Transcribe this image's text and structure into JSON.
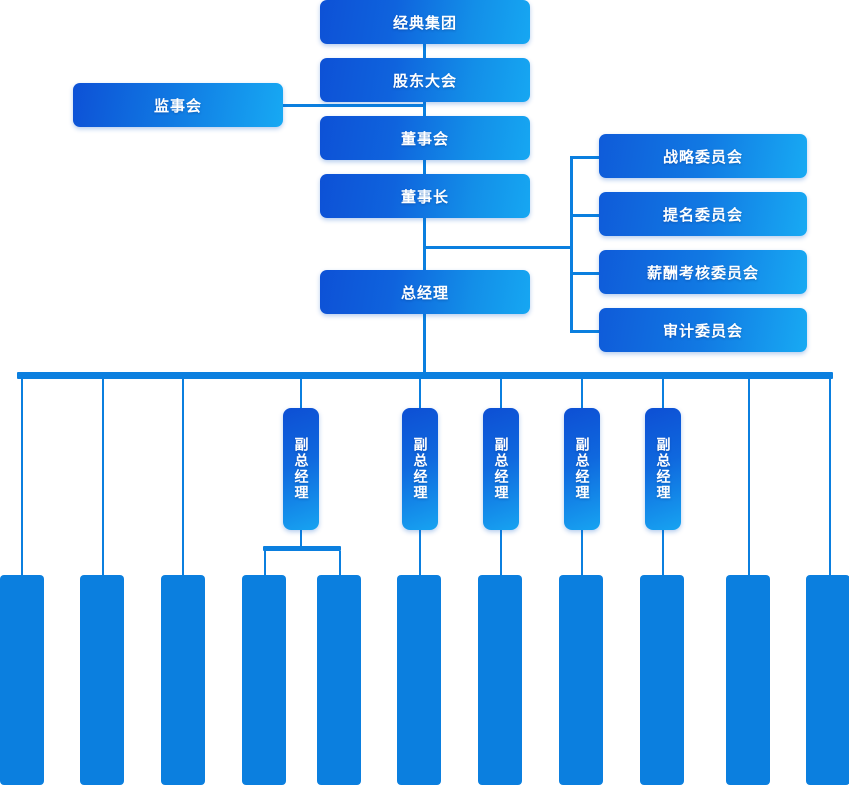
{
  "diagram": {
    "title_node": "经典集团",
    "accent_color": "#0b7fdf",
    "gradient_from": "#0d51d6",
    "gradient_to": "#16a7f2",
    "spine": [
      {
        "id": "group",
        "label": "经典集团"
      },
      {
        "id": "shareholders",
        "label": "股东大会"
      },
      {
        "id": "board",
        "label": "董事会"
      },
      {
        "id": "chairman",
        "label": "董事长"
      },
      {
        "id": "gm",
        "label": "总经理"
      }
    ],
    "supervisory": {
      "id": "supervisory-board",
      "label": "监事会"
    },
    "committees": [
      {
        "id": "strategy",
        "label": "战略委员会"
      },
      {
        "id": "nomination",
        "label": "提名委员会"
      },
      {
        "id": "compensation",
        "label": "薪酬考核委员会"
      },
      {
        "id": "audit",
        "label": "审计委员会"
      }
    ],
    "vice_managers": [
      {
        "id": "vgm-1",
        "label": "副总经理"
      },
      {
        "id": "vgm-2",
        "label": "副总经理"
      },
      {
        "id": "vgm-3",
        "label": "副总经理"
      },
      {
        "id": "vgm-4",
        "label": "副总经理"
      },
      {
        "id": "vgm-5",
        "label": "副总经理"
      }
    ],
    "departments": [
      {
        "id": "dept-1",
        "label": ""
      },
      {
        "id": "dept-2",
        "label": ""
      },
      {
        "id": "dept-3",
        "label": ""
      },
      {
        "id": "dept-4",
        "label": ""
      },
      {
        "id": "dept-5",
        "label": ""
      },
      {
        "id": "dept-6",
        "label": ""
      },
      {
        "id": "dept-7",
        "label": ""
      },
      {
        "id": "dept-8",
        "label": ""
      },
      {
        "id": "dept-9",
        "label": ""
      },
      {
        "id": "dept-10",
        "label": ""
      },
      {
        "id": "dept-11",
        "label": ""
      }
    ]
  }
}
